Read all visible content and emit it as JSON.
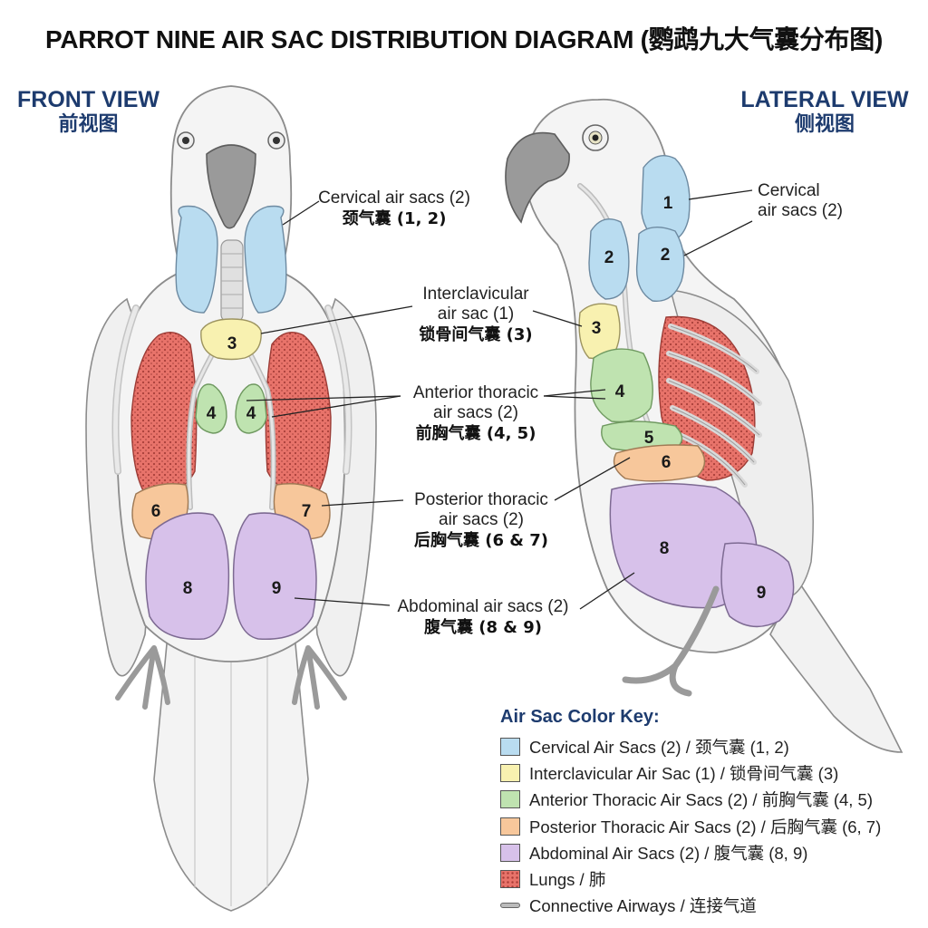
{
  "title": "PARROT NINE AIR SAC DISTRIBUTION DIAGRAM (鹦鹉九大气囊分布图)",
  "front_view": {
    "en": "FRONT VIEW",
    "zh": "前视图"
  },
  "lateral_view": {
    "en": "LATERAL VIEW",
    "zh": "侧视图"
  },
  "callouts": {
    "cervical_front": {
      "en": "Cervical air sacs (2)",
      "zh": "颈气囊 (1, 2)"
    },
    "interclavicular": {
      "en1": "Interclavicular",
      "en2": "air sac (1)",
      "zh": "锁骨间气囊 (3)"
    },
    "anterior": {
      "en1": "Anterior thoracic",
      "en2": "air sacs (2)",
      "zh": "前胸气囊 (4, 5)"
    },
    "posterior": {
      "en1": "Posterior thoracic",
      "en2": "air sacs (2)",
      "zh": "后胸气囊 (6 & 7)"
    },
    "abdominal": {
      "en": "Abdominal air sacs (2)",
      "zh": "腹气囊 (8 & 9)"
    },
    "cervical_lateral": {
      "en1": "Cervical",
      "en2": "air sacs (2)"
    }
  },
  "sac_numbers": {
    "front": [
      "3",
      "4",
      "4",
      "6",
      "7",
      "8",
      "9"
    ],
    "lateral": [
      "1",
      "2",
      "2",
      "3",
      "4",
      "5",
      "6",
      "8",
      "9"
    ]
  },
  "colors": {
    "cervical": "#b9dcf0",
    "interclavicular": "#f8f1b0",
    "anterior": "#bfe3b0",
    "posterior": "#f7c79b",
    "abdominal": "#d7c1ea",
    "lung": "#e8736a",
    "body": "#f2f2f2",
    "outline": "#8c8c8c"
  },
  "legend": {
    "title": "Air Sac Color Key:",
    "items": [
      {
        "label": "Cervical Air Sacs (2) / 颈气囊 (1, 2)",
        "color": "#b9dcf0"
      },
      {
        "label": "Interclavicular Air Sac (1) / 锁骨间气囊 (3)",
        "color": "#f8f1b0"
      },
      {
        "label": "Anterior Thoracic Air Sacs (2) / 前胸气囊 (4, 5)",
        "color": "#bfe3b0"
      },
      {
        "label": "Posterior Thoracic Air Sacs (2) / 后胸气囊 (6, 7)",
        "color": "#f7c79b"
      },
      {
        "label": "Abdominal Air Sacs (2) / 腹气囊 (8, 9)",
        "color": "#d7c1ea"
      },
      {
        "label": "Lungs / 肺",
        "color": "#e8736a"
      },
      {
        "label": "Connective Airways / 连接气道",
        "color": "#bbbbbb"
      }
    ]
  }
}
